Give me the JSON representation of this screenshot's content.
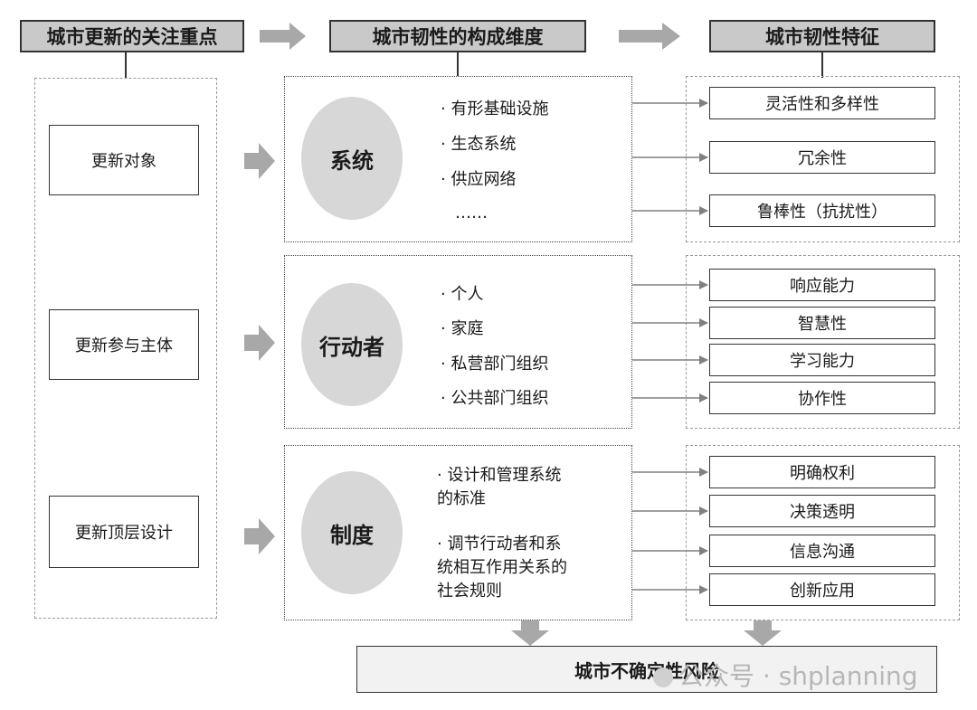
{
  "headers": [
    "城市更新的关注重点",
    "城市韧性的构成维度",
    "城市韧性特征"
  ],
  "focus_items": [
    "更新对象",
    "更新参与主体",
    "更新顶层设计"
  ],
  "dimensions": [
    {
      "name": "系统",
      "bullets": [
        "· 有形基础设施",
        "· 生态系统",
        "· 供应网络",
        "……"
      ]
    },
    {
      "name": "行动者",
      "bullets": [
        "· 个人",
        "· 家庭",
        "· 私营部门组织",
        "· 公共部门组织"
      ]
    },
    {
      "name": "制度",
      "bullets": [
        "· 设计和管理系统\n的标准",
        "· 调节行动者和系\n统相互作用关系的\n社会规则"
      ]
    }
  ],
  "traits": [
    [
      "灵活性和多样性",
      "冗余性",
      "鲁棒性（抗扰性）"
    ],
    [
      "响应能力",
      "智慧性",
      "学习能力",
      "协作性"
    ],
    [
      "明确权利",
      "决策透明",
      "信息沟通",
      "创新应用"
    ]
  ],
  "bottom": "城市不确定性风险",
  "watermark": "公众号 · shplanning",
  "colors": {
    "header_fill": "#c9c9c9",
    "ellipse_fill": "#d7d7d7",
    "arrow_fill": "#a8a8a8",
    "line": "#808080"
  }
}
